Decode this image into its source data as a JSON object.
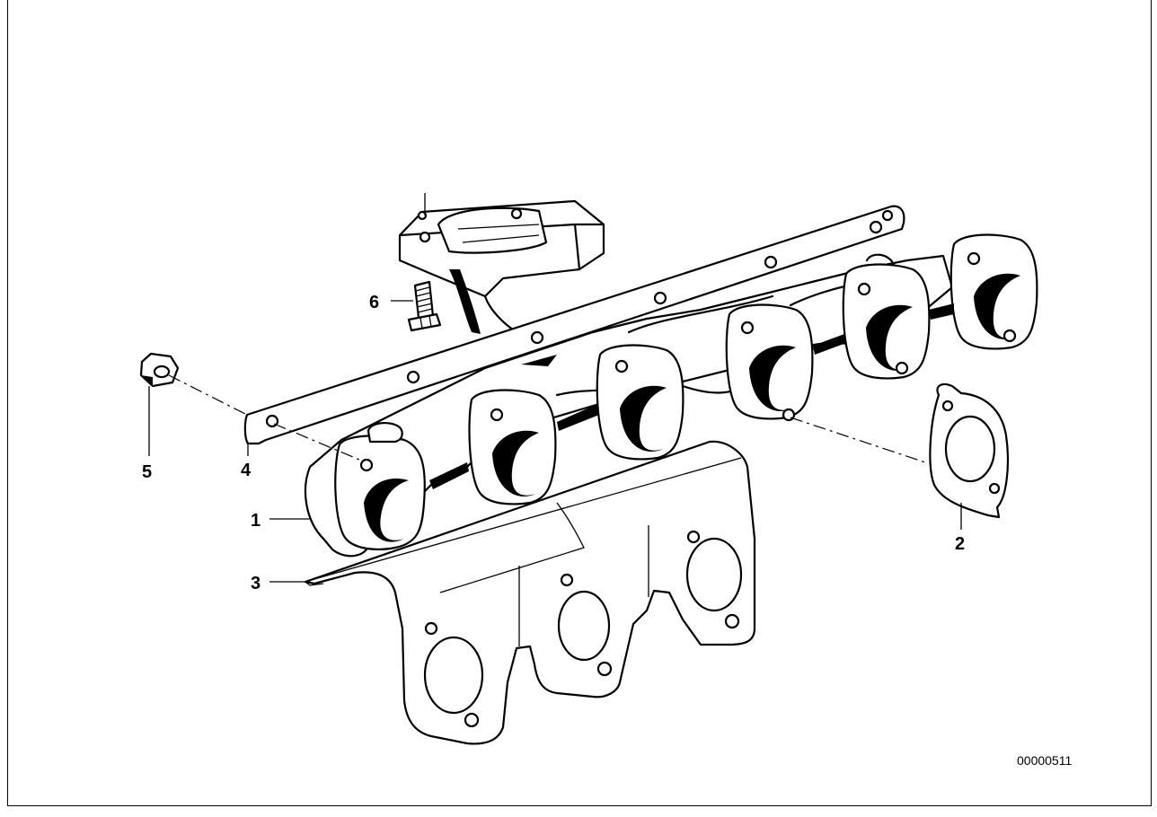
{
  "diagram": {
    "part_labels": [
      "1",
      "2",
      "3",
      "4",
      "5",
      "6"
    ],
    "document_number": "00000511"
  },
  "colors": {
    "line": "#000000",
    "background": "#ffffff"
  }
}
